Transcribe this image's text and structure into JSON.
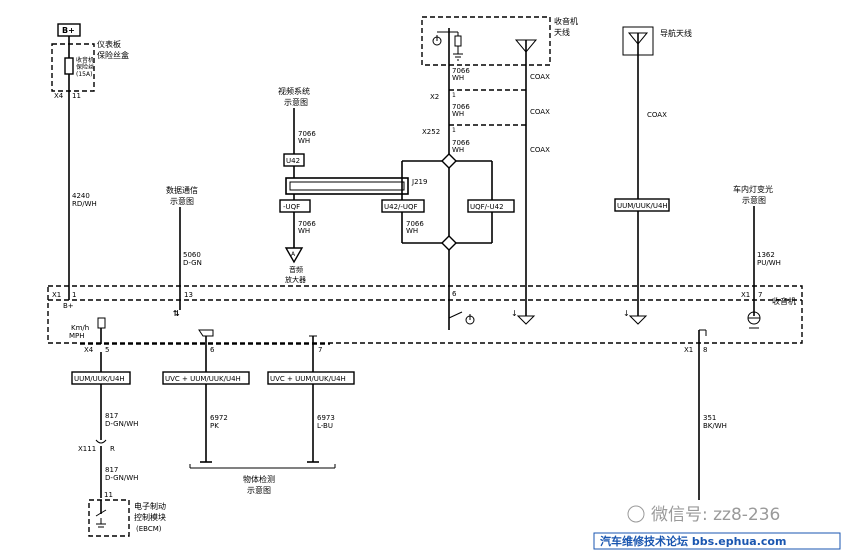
{
  "power": {
    "label": "B+"
  },
  "fuse": {
    "panel_line1": "仪表板",
    "panel_line2": "保险丝盒",
    "line1": "收音机",
    "line2": "保险丝",
    "rating": "(15A)",
    "conn": "X4",
    "pin": "11"
  },
  "wire_power": {
    "num": "4240",
    "color": "RD/WH"
  },
  "video": {
    "line1": "视频系统",
    "line2": "示意图",
    "num": "7066",
    "color": "WH",
    "u42": "U42",
    "uqf_neg": "-UQF",
    "num2": "7066",
    "color2": "WH",
    "amp1": "音频",
    "amp2": "放大器",
    "amp_mark": "A"
  },
  "data_comm": {
    "line1": "数据通信",
    "line2": "示意图",
    "num": "5060",
    "color": "D-GN",
    "pin": "13"
  },
  "radio_antenna": {
    "line1": "收音机",
    "line2": "天线",
    "num1": "7066",
    "color1": "WH",
    "conn_x2": "X2",
    "pin_x2": "1",
    "coax1": "COAX",
    "num2": "7066",
    "color2": "WH",
    "coax2": "COAX",
    "conn_x252": "X252",
    "pin_x252": "1",
    "num3": "7066",
    "color3": "WH",
    "coax3": "COAX"
  },
  "splice": {
    "label": "J219",
    "u42_uqf": "U42/-UQF",
    "uqf_u42": "UQF/-U42",
    "num": "7066",
    "color": "WH",
    "pin": "6"
  },
  "nav_antenna": {
    "label": "导航天线",
    "coax": "COAX",
    "option": "UUM/UUK/U4H"
  },
  "dome_light": {
    "line1": "车内灯变光",
    "line2": "示意图",
    "num": "1362",
    "color": "PU/WH",
    "conn": "X1",
    "pin": "7"
  },
  "radio": {
    "label": "收音机",
    "conn_x1": "X1",
    "pin_x1": "1",
    "bplus": "B+",
    "vss": "Km/h",
    "vss2": "MPH",
    "conn_x4": "X4",
    "pin5": "5",
    "pin6": "6",
    "pin7": "7",
    "conn_x1b": "X1",
    "pin8": "8"
  },
  "lower": {
    "opt1": "UUM/UUK/U4H",
    "opt2": "UVC + UUM/UUK/U4H",
    "opt3": "UVC + UUM/UUK/U4H",
    "num817a": "817",
    "color817a": "D-GN/WH",
    "conn_x111": "X111",
    "pin_x111": "R",
    "num817b": "817",
    "color817b": "D-GN/WH",
    "pin11": "11",
    "ebcm1": "电子制动",
    "ebcm2": "控制模块",
    "ebcm3": "(EBCM)",
    "num6972": "6972",
    "color6972": "PK",
    "num6973": "6973",
    "color6973": "L-BU",
    "obj1": "物体检测",
    "obj2": "示意图",
    "num351": "351",
    "color351": "BK/WH"
  },
  "watermark": {
    "wechat": "微信号: zz8-236",
    "forum": "汽车维修技术论坛 bbs.ephua.com"
  }
}
